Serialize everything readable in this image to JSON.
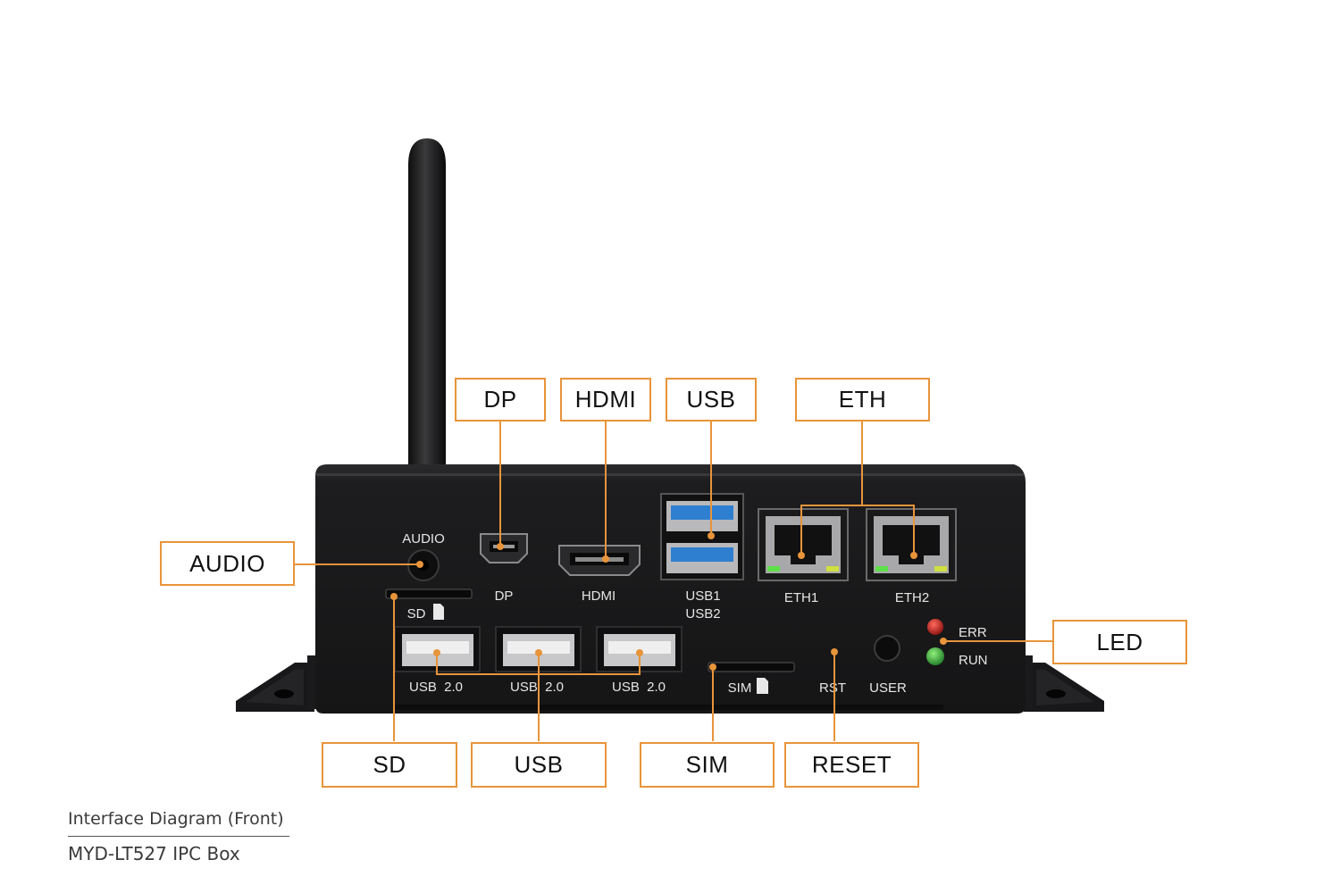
{
  "colors": {
    "accent": "#e8943a",
    "chassis": "#1c1c1e",
    "usb3_blue": "#2f7fd0",
    "led_red": "#c0201f",
    "led_green": "#2fae3c"
  },
  "device": {
    "silk": {
      "audio": "AUDIO",
      "dp": "DP",
      "hdmi": "HDMI",
      "usb1": "USB1",
      "usb2": "USB2",
      "eth1": "ETH1",
      "eth2": "ETH2",
      "sd": "SD",
      "err": "ERR",
      "run": "RUN",
      "usb20_a": "USB  2.0",
      "usb20_b": "USB  2.0",
      "usb20_c": "USB  2.0",
      "sim": "SIM",
      "rst": "RST",
      "user": "USER"
    }
  },
  "callouts": {
    "dp": "DP",
    "hdmi": "HDMI",
    "usb_top": "USB",
    "eth": "ETH",
    "audio": "AUDIO",
    "led": "LED",
    "sd": "SD",
    "usb_bottom": "USB",
    "sim": "SIM",
    "reset": "RESET"
  },
  "caption": {
    "title": "Interface Diagram (Front)",
    "model": "MYD-LT527 IPC Box"
  }
}
